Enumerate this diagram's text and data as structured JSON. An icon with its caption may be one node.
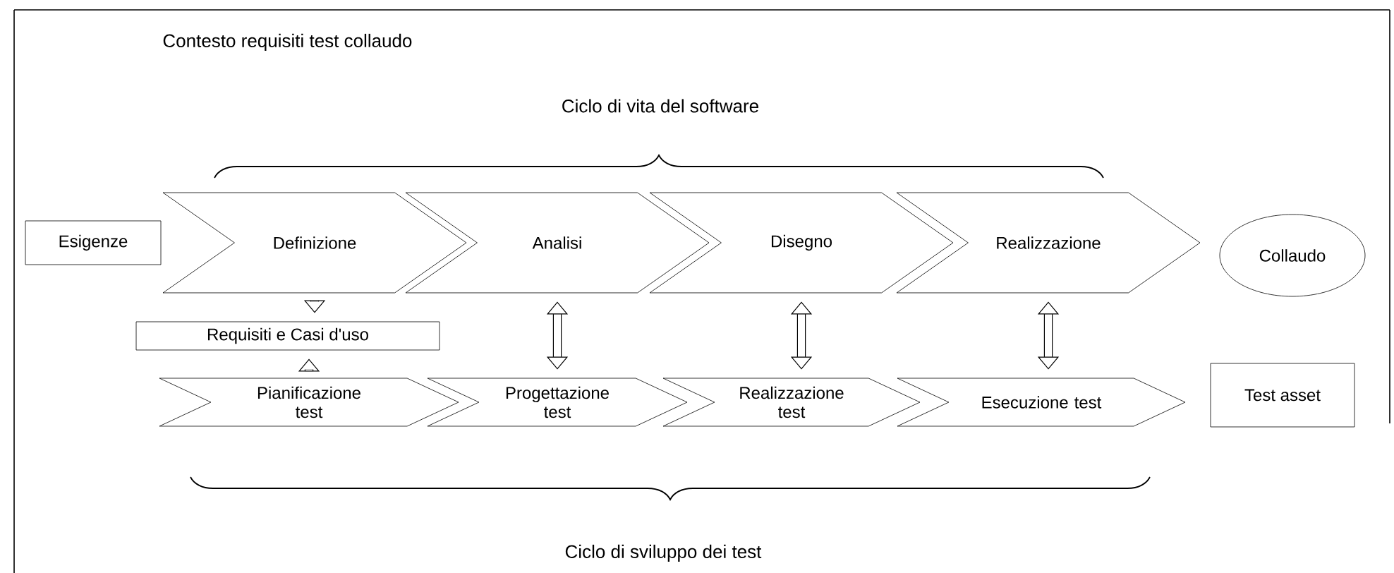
{
  "diagram": {
    "title": "Contesto requisiti test collaudo",
    "nodes": [
      {
        "text": [
          "Esigenze"
        ]
      },
      {
        "text": [
          "Definizione"
        ]
      },
      {
        "text": [
          "Analisi"
        ]
      },
      {
        "text": [
          "Disegno"
        ]
      },
      {
        "text": [
          "Realizzazione"
        ]
      },
      {
        "text": [
          "Collaudo"
        ]
      },
      {
        "text": [
          "Requisiti e Casi d'uso"
        ]
      },
      {
        "text": [
          "Pianificazione test"
        ]
      },
      {
        "text": [
          "Progettazione test"
        ]
      },
      {
        "text": [
          "Realizzazione test"
        ]
      },
      {
        "text": [
          "Esecuzione test"
        ]
      },
      {
        "text": [
          "Test asset"
        ]
      }
    ],
    "edges": [
      {
        "from": 1,
        "to": 6,
        "arrow": "to"
      },
      {
        "from": 7,
        "to": 6,
        "arrow": "to"
      },
      {
        "from": 2,
        "to": 8,
        "arrow": "both"
      },
      {
        "from": 3,
        "to": 9,
        "arrow": "both"
      },
      {
        "from": 4,
        "to": 10,
        "arrow": "both"
      }
    ],
    "labels": [
      "Ciclo di vita del software",
      "Ciclo di sviluppo dei test"
    ]
  }
}
